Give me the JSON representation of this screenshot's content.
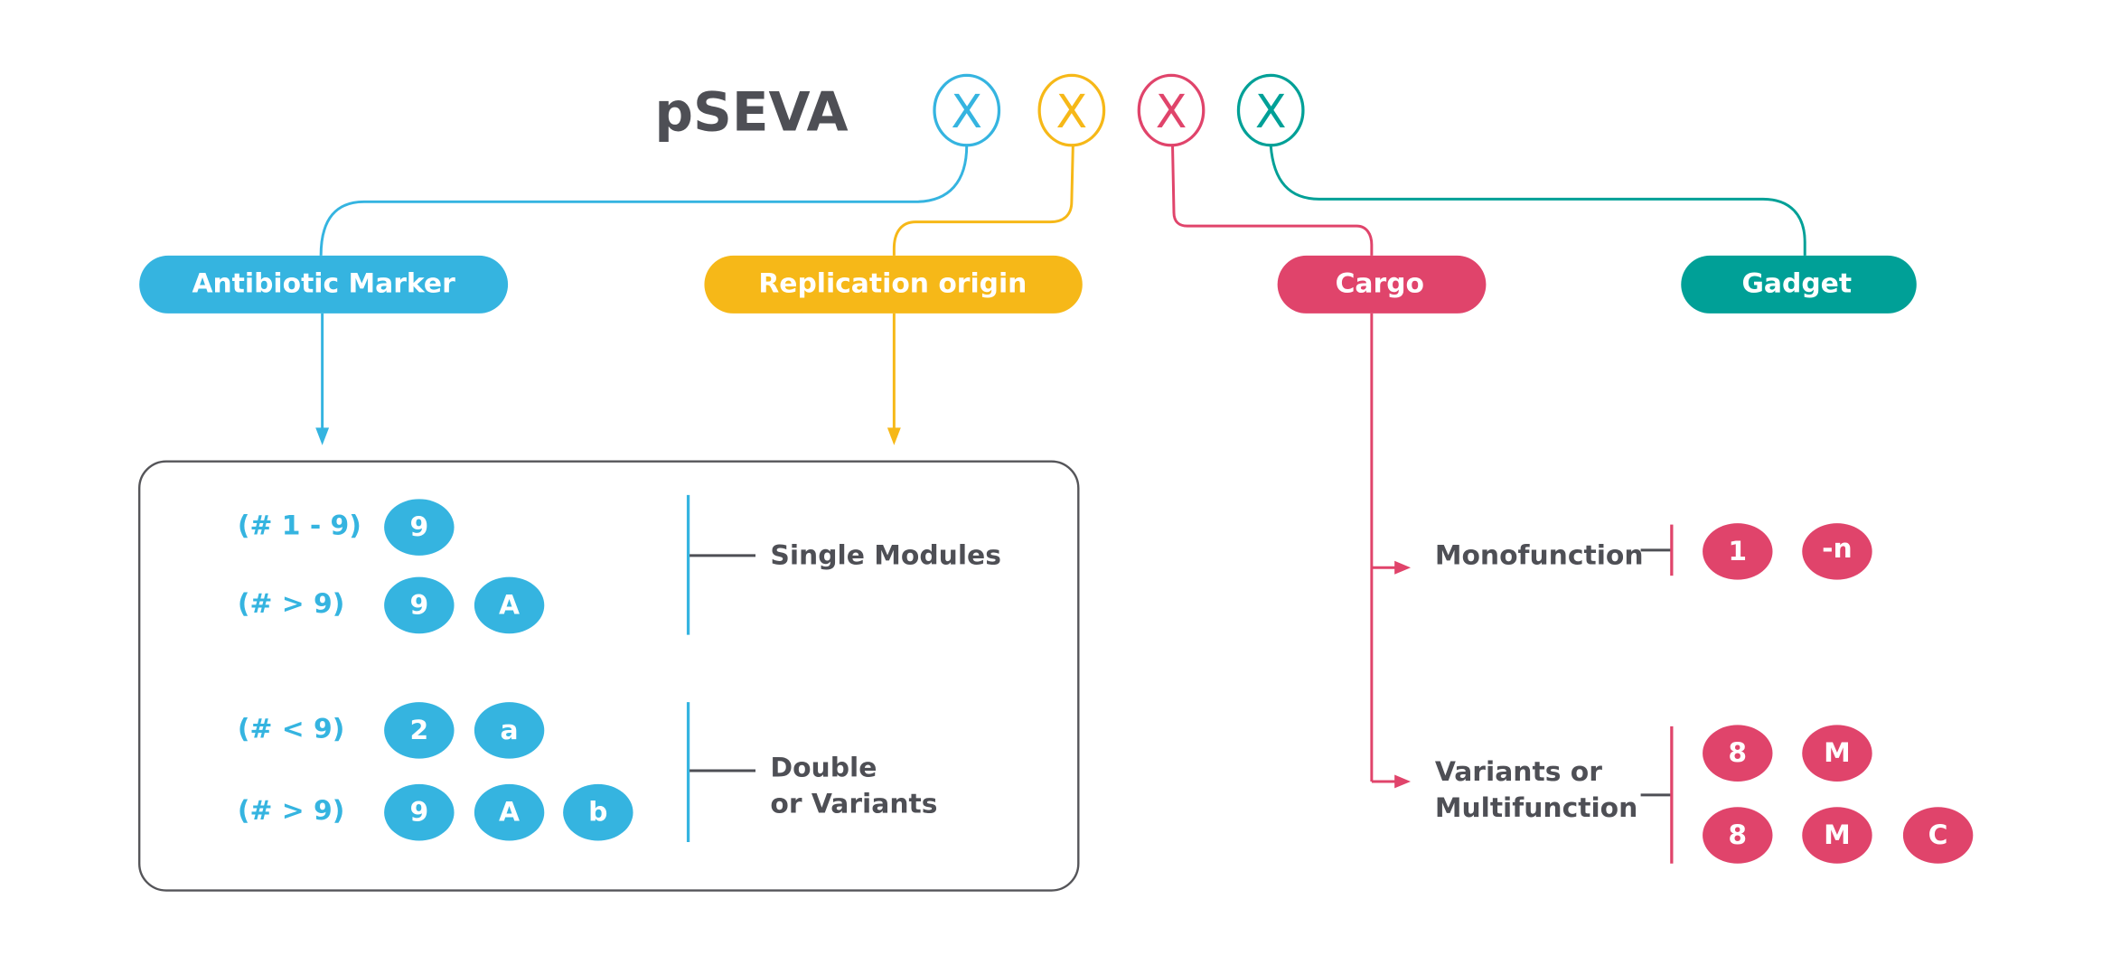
{
  "title": "pSEVA",
  "colors": {
    "antibiotic": "#35B4E0",
    "replication": "#F6B818",
    "cargo": "#E0446B",
    "gadget": "#00A097",
    "text": "#4E4F55",
    "box_border": "#555559"
  },
  "positions": [
    {
      "letter": "X",
      "color_key": "antibiotic"
    },
    {
      "letter": "X",
      "color_key": "replication"
    },
    {
      "letter": "X",
      "color_key": "cargo"
    },
    {
      "letter": "X",
      "color_key": "gadget"
    }
  ],
  "categories": [
    {
      "label": "Antibiotic Marker"
    },
    {
      "label": "Replication origin"
    },
    {
      "label": "Cargo"
    },
    {
      "label": "Gadget"
    }
  ],
  "box": {
    "groups": [
      {
        "description": [
          "Single Modules"
        ],
        "rows": [
          {
            "condition": "(# 1 - 9)",
            "chips": [
              "9"
            ]
          },
          {
            "condition": "(# > 9)",
            "chips": [
              "9",
              "A"
            ]
          }
        ]
      },
      {
        "description": [
          "Double",
          "or Variants"
        ],
        "rows": [
          {
            "condition": "(# < 9)",
            "chips": [
              "2",
              "a"
            ]
          },
          {
            "condition": "(# > 9)",
            "chips": [
              "9",
              "A",
              "b"
            ]
          }
        ]
      }
    ]
  },
  "cargo_branches": [
    {
      "description": [
        "Monofunction"
      ],
      "rows": [
        {
          "chips": [
            "1",
            "-n"
          ]
        }
      ]
    },
    {
      "description": [
        "Variants or",
        "Multifunction"
      ],
      "rows": [
        {
          "chips": [
            "8",
            "M"
          ]
        },
        {
          "chips": [
            "8",
            "M",
            "C"
          ]
        }
      ]
    }
  ]
}
